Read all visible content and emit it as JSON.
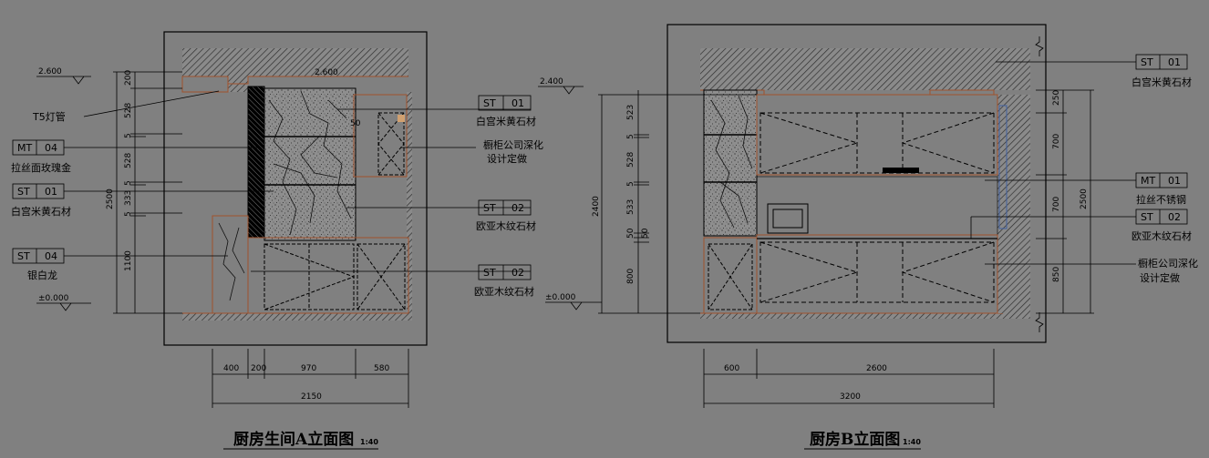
{
  "drawing_a": {
    "title": "厨房生间A立面图",
    "scale": "1:40",
    "levels": {
      "top": "2.600",
      "zero": "±0.000",
      "ceiling_mark": "2.600"
    },
    "left_labels": {
      "t5_tube": "T5灯管",
      "mt04": {
        "code": "MT",
        "num": "04",
        "name": "拉丝面玫瑰金"
      },
      "st01": {
        "code": "ST",
        "num": "01",
        "name": "白宫米黄石材"
      },
      "st04": {
        "code": "ST",
        "num": "04",
        "name": "银白龙"
      }
    },
    "right_labels": {
      "st01": {
        "code": "ST",
        "num": "01",
        "name": "白宫米黄石材"
      },
      "cabinet_1": "橱柜公司深化",
      "cabinet_2": "设计定做",
      "st02_a": {
        "code": "ST",
        "num": "02",
        "name": "欧亚木纹石材"
      },
      "st02_b": {
        "code": "ST",
        "num": "02",
        "name": "欧亚木纹石材"
      }
    },
    "vertical_dims": [
      "200",
      "528",
      "5",
      "528",
      "5",
      "333",
      "5",
      "1100"
    ],
    "total_height": "2500",
    "horizontal_dims": [
      "400",
      "200",
      "970",
      "580"
    ],
    "total_width": "2150",
    "small_dim": "50"
  },
  "drawing_b": {
    "title": "厨房B立面图",
    "scale": "1:40",
    "levels": {
      "top": "2.400",
      "zero": "±0.000"
    },
    "left_dims": [
      "523",
      "5",
      "528",
      "5",
      "533",
      "50",
      "50",
      "800"
    ],
    "left_total": "2400",
    "right_dims": [
      "250",
      "700",
      "700",
      "850"
    ],
    "right_total": "2500",
    "right_labels": {
      "st01": {
        "code": "ST",
        "num": "01",
        "name": "白宫米黄石材"
      },
      "mt01": {
        "code": "MT",
        "num": "01",
        "name": "拉丝不锈钢"
      },
      "st02": {
        "code": "ST",
        "num": "02",
        "name": "欧亚木纹石材"
      },
      "cabinet_1": "橱柜公司深化",
      "cabinet_2": "设计定做"
    },
    "horizontal_dims": [
      "600",
      "2600"
    ],
    "total_width": "3200"
  }
}
